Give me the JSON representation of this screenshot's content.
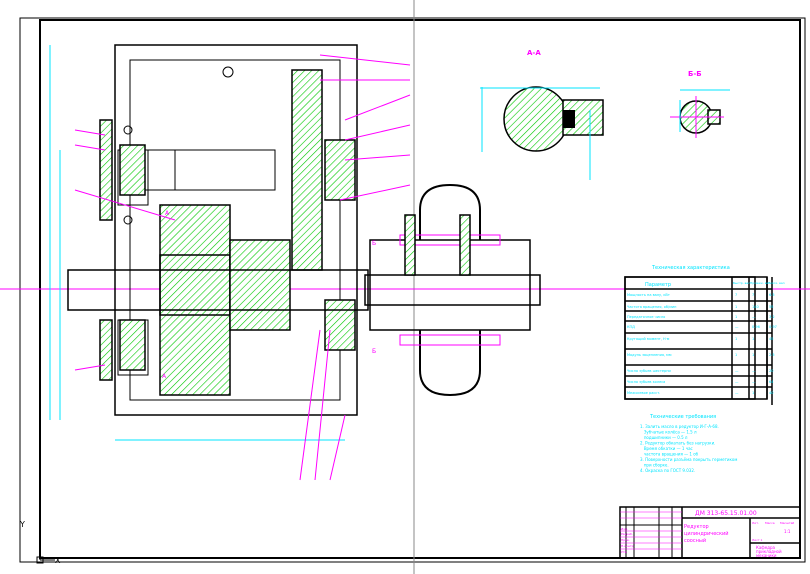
{
  "drawing": {
    "sections": {
      "a": "А-А",
      "b": "Б-Б"
    },
    "section_marks": [
      "А",
      "Б",
      "Б",
      "А"
    ],
    "tech_table": {
      "title": "Техническая характеристика",
      "headers": [
        "Параметр",
        "Быстр. вал",
        "Промеж. вал",
        "Тихох. вал"
      ],
      "rows": [
        [
          "Мощность на валу, кВт",
          "7",
          "7",
          "6.5"
        ],
        [
          "Частота вращения, об/мин",
          "1",
          "140",
          "55"
        ],
        [
          "Передаточное число",
          "1",
          "—",
          "3.2"
        ],
        [
          "КПД",
          "—",
          "0.96",
          "0.97"
        ],
        [
          "Крутящий момент, Н·м",
          "1",
          "1",
          "45"
        ],
        [
          "Модуль зацепления, мм",
          "1",
          "1",
          "2.5"
        ],
        [
          "Число зубьев шестерни",
          "—",
          "—",
          "20"
        ],
        [
          "Число зубьев колеса",
          "—",
          "—",
          "64"
        ],
        [
          "Межосевое расст.",
          "—",
          "1",
          "40"
        ]
      ]
    },
    "notes": {
      "title": "Технические требования",
      "lines": [
        "1. Залить масло в редуктор И-Г-А-68.",
        "   Зубчатые колёса — 1.5 л",
        "   подшипники — 0.5 л",
        "2. Редуктор обкатать без нагрузки.",
        "   Время обкатки — 1 час",
        "   частота вращения — 1 об",
        "3. Поверхности разъёма покрыть герметиком",
        "   при сборке.",
        "4. Окраска по ГОСТ 9.032."
      ]
    },
    "title_block": {
      "designation": "ДМ 313-65.15.01.00",
      "name_lines": [
        "Редуктор",
        "цилиндрический",
        "соосный"
      ],
      "org_lines": [
        "Кафедра",
        "прикладной",
        "механики"
      ],
      "cols": [
        "Лит.",
        "Масса",
        "Масштаб"
      ],
      "scale": "1:1",
      "sheet": "Лист 1",
      "roles": [
        "Изм.",
        "Разраб.",
        "Пров.",
        "Н.контр.",
        "Утв."
      ]
    },
    "axis": {
      "x": "X",
      "y": "Y"
    }
  }
}
